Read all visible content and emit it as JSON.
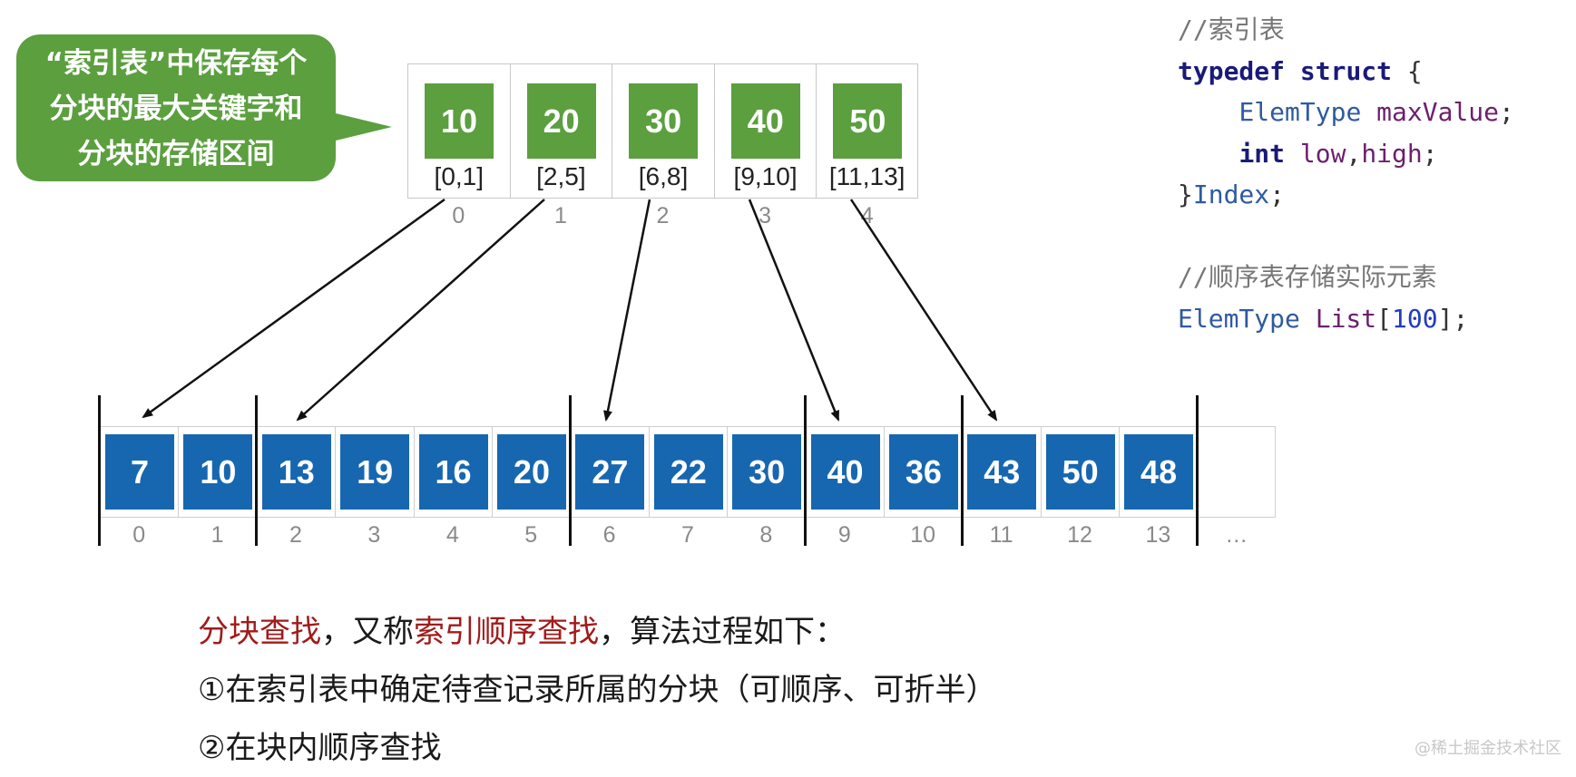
{
  "callout": {
    "lines": [
      "“索引表”中保存每个",
      "分块的最大关键字和",
      "分块的存储区间"
    ],
    "color": "#5b9f3f"
  },
  "index_table": {
    "entries": [
      {
        "max": "10",
        "range": "[0,1]",
        "idx": "0"
      },
      {
        "max": "20",
        "range": "[2,5]",
        "idx": "1"
      },
      {
        "max": "30",
        "range": "[6,8]",
        "idx": "2"
      },
      {
        "max": "40",
        "range": "[9,10]",
        "idx": "3"
      },
      {
        "max": "50",
        "range": "[11,13]",
        "idx": "4"
      }
    ],
    "color": "#5b9f3f"
  },
  "list": {
    "values": [
      "7",
      "10",
      "13",
      "19",
      "16",
      "20",
      "27",
      "22",
      "30",
      "40",
      "36",
      "43",
      "50",
      "48"
    ],
    "indices": [
      "0",
      "1",
      "2",
      "3",
      "4",
      "5",
      "6",
      "7",
      "8",
      "9",
      "10",
      "11",
      "12",
      "13"
    ],
    "ellipsis": "…",
    "color": "#1767b0"
  },
  "code": {
    "comment1": "//索引表",
    "kw_typedef": "typedef",
    "kw_struct": "struct",
    "brace_open": "{",
    "type_elem": "ElemType",
    "field_max": "maxValue",
    "semi": ";",
    "kw_int": "int",
    "field_low": "low",
    "comma": ",",
    "field_high": "high",
    "brace_close": "}",
    "type_index": "Index",
    "comment2": "//顺序表存储实际元素",
    "list_name": "List",
    "bracket_open": "[",
    "list_size": "100",
    "bracket_close": "]"
  },
  "description": {
    "line1_red1": "分块查找",
    "line1_sep": "，又称",
    "line1_red2": "索引顺序查找",
    "line1_rest": "，算法过程如下：",
    "line2": "①在索引表中确定待查记录所属的分块（可顺序、可折半）",
    "line3": "②在块内顺序查找"
  },
  "watermark": "@稀土掘金技术社区"
}
